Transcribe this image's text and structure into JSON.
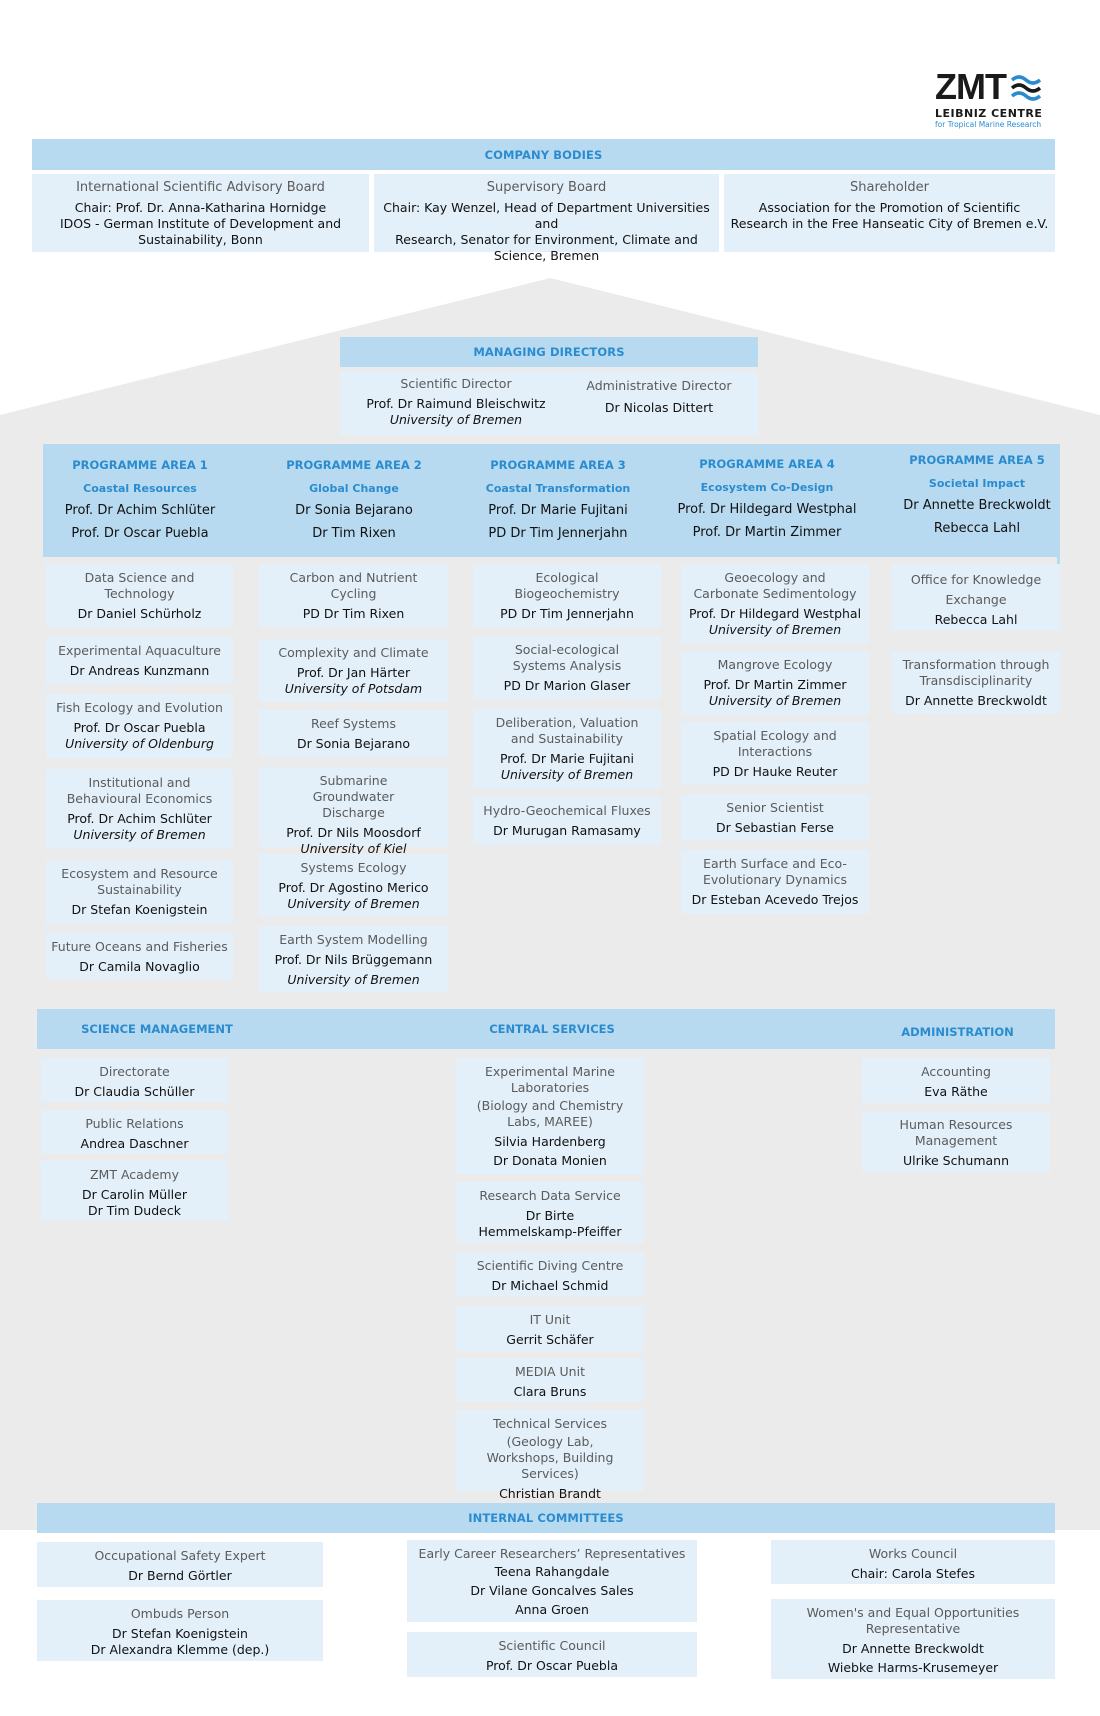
{
  "logo": {
    "mark": "ZMT",
    "line1": "LEIBNIZ CENTRE",
    "line2": "for Tropical Marine Research"
  },
  "company_bodies": {
    "header": "COMPANY BODIES",
    "boards": [
      {
        "title": "International Scientific Advisory Board",
        "lines": [
          "Chair: Prof. Dr. Anna-Katharina Hornidge",
          "IDOS - German Institute of Development and",
          "Sustainability, Bonn"
        ]
      },
      {
        "title": "Supervisory Board",
        "lines": [
          "Chair: Kay Wenzel, Head of Department Universities and",
          "Research, Senator for Environment, Climate and",
          "Science, Bremen"
        ]
      },
      {
        "title": "Shareholder",
        "lines": [
          "Association for the Promotion of Scientific",
          "Research in the Free Hanseatic City of Bremen e.V."
        ]
      }
    ]
  },
  "managing_directors": {
    "header": "MANAGING DIRECTORS",
    "scientific": {
      "title": "Scientific Director",
      "name": "Prof. Dr Raimund Bleischwitz",
      "affiliation": "University of Bremen"
    },
    "administrative": {
      "title": "Administrative Director",
      "name": "Dr Nicolas Dittert"
    }
  },
  "programme_areas": [
    {
      "label": "PROGRAMME AREA 1",
      "subtitle": "Coastal Resources",
      "leads": [
        "Prof. Dr Achim Schlüter",
        "Prof. Dr Oscar Puebla"
      ],
      "units": [
        {
          "title": "Data Science and Technology",
          "name": "Dr Daniel Schürholz"
        },
        {
          "title": "Experimental Aquaculture",
          "name": "Dr Andreas Kunzmann"
        },
        {
          "title": "Fish Ecology and Evolution",
          "name": "Prof. Dr Oscar Puebla",
          "affiliation": "University of Oldenburg"
        },
        {
          "title": "Institutional and Behavioural Economics",
          "name": "Prof. Dr Achim Schlüter",
          "affiliation": "University of Bremen"
        },
        {
          "title": "Ecosystem and Resource Sustainability",
          "name": "Dr Stefan Koenigstein"
        },
        {
          "title": "Future Oceans and Fisheries",
          "name": "Dr Camila Novaglio"
        }
      ]
    },
    {
      "label": "PROGRAMME AREA 2",
      "subtitle": "Global Change",
      "leads": [
        "Dr Sonia Bejarano",
        "Dr Tim Rixen"
      ],
      "units": [
        {
          "title": "Carbon and Nutrient Cycling",
          "name": "PD Dr Tim Rixen"
        },
        {
          "title": "Complexity and Climate",
          "name": "Prof. Dr Jan Härter",
          "affiliation": "University of Potsdam"
        },
        {
          "title": "Reef Systems",
          "name": "Dr Sonia Bejarano"
        },
        {
          "title": "Submarine Groundwater Discharge",
          "name": "Prof. Dr Nils Moosdorf",
          "affiliation": "University of Kiel"
        },
        {
          "title": "Systems Ecology",
          "name": "Prof. Dr Agostino Merico",
          "affiliation": "University of Bremen"
        },
        {
          "title": "Earth System Modelling",
          "name": "Prof. Dr Nils Brüggemann",
          "affiliation": "University of Bremen"
        }
      ]
    },
    {
      "label": "PROGRAMME AREA 3",
      "subtitle": "Coastal Transformation",
      "leads": [
        "Prof. Dr Marie Fujitani",
        "PD Dr Tim Jennerjahn"
      ],
      "units": [
        {
          "title": "Ecological Biogeochemistry",
          "name": "PD Dr Tim Jennerjahn"
        },
        {
          "title": "Social-ecological Systems Analysis",
          "name": "PD Dr Marion Glaser"
        },
        {
          "title": "Deliberation, Valuation and Sustainability",
          "name": "Prof. Dr Marie Fujitani",
          "affiliation": "University of Bremen"
        },
        {
          "title": "Hydro-Geochemical Fluxes",
          "name": "Dr Murugan Ramasamy"
        }
      ]
    },
    {
      "label": "PROGRAMME AREA 4",
      "subtitle": "Ecosystem Co-Design",
      "leads": [
        "Prof. Dr Hildegard Westphal",
        "Prof. Dr Martin Zimmer"
      ],
      "units": [
        {
          "title": "Geoecology and Carbonate Sedimentology",
          "name": "Prof. Dr Hildegard Westphal",
          "affiliation": "University of Bremen"
        },
        {
          "title": "Mangrove Ecology",
          "name": "Prof. Dr Martin Zimmer",
          "affiliation": "University of Bremen"
        },
        {
          "title": "Spatial Ecology and Interactions",
          "name": "PD Dr Hauke Reuter"
        },
        {
          "title": "Senior Scientist",
          "name": "Dr Sebastian Ferse"
        },
        {
          "title": "Earth Surface and Eco-Evolutionary Dynamics",
          "name": "Dr Esteban Acevedo Trejos"
        }
      ]
    },
    {
      "label": "PROGRAMME AREA 5",
      "subtitle": "Societal Impact",
      "leads": [
        "Dr Annette Breckwoldt",
        "Rebecca Lahl"
      ],
      "units": [
        {
          "title": "Office for Knowledge Exchange",
          "name": "Rebecca Lahl"
        },
        {
          "title": "Transformation through Transdisciplinarity",
          "name": "Dr Annette Breckwoldt"
        }
      ]
    }
  ],
  "science_management": {
    "header": "SCIENCE MANAGEMENT",
    "units": [
      {
        "title": "Directorate",
        "names": [
          "Dr Claudia Schüller"
        ]
      },
      {
        "title": "Public Relations",
        "names": [
          "Andrea Daschner"
        ]
      },
      {
        "title": "ZMT Academy",
        "names": [
          "Dr Carolin Müller",
          "Dr Tim Dudeck"
        ]
      }
    ]
  },
  "central_services": {
    "header": "CENTRAL SERVICES",
    "units": [
      {
        "title": "Experimental Marine Laboratories",
        "note": "(Biology and Chemistry Labs, MAREE)",
        "names": [
          "Silvia Hardenberg",
          "Dr Donata Monien"
        ]
      },
      {
        "title": "Research Data Service",
        "names": [
          "Dr Birte",
          "Hemmelskamp-Pfeiffer"
        ]
      },
      {
        "title": "Scientific Diving Centre",
        "names": [
          "Dr Michael Schmid"
        ]
      },
      {
        "title": "IT Unit",
        "names": [
          "Gerrit Schäfer"
        ]
      },
      {
        "title": "MEDIA Unit",
        "names": [
          "Clara Bruns"
        ]
      },
      {
        "title": "Technical Services",
        "note": "(Geology Lab, Workshops, Building Services)",
        "names": [
          "Christian Brandt"
        ]
      }
    ]
  },
  "administration": {
    "header": "ADMINISTRATION",
    "units": [
      {
        "title": "Accounting",
        "names": [
          "Eva Räthe"
        ]
      },
      {
        "title": "Human Resources Management",
        "names": [
          "Ulrike Schumann"
        ]
      }
    ]
  },
  "internal_committees": {
    "header": "INTERNAL COMMITTEES",
    "units": [
      {
        "title": "Occupational Safety Expert",
        "names": [
          "Dr Bernd Görtler"
        ]
      },
      {
        "title": "Ombuds Person",
        "names": [
          "Dr Stefan Koenigstein",
          "Dr Alexandra Klemme (dep.)"
        ]
      },
      {
        "title": "Early Career Researchers’ Representatives",
        "names": [
          "Teena Rahangdale",
          "Dr Vilane Goncalves Sales",
          "Anna Groen"
        ]
      },
      {
        "title": "Scientific Council",
        "names": [
          "Prof. Dr Oscar Puebla"
        ]
      },
      {
        "title": "Works Council",
        "names": [
          "Chair: Carola Stefes"
        ]
      },
      {
        "title": "Women's and Equal Opportunities Representative",
        "names": [
          "Dr Annette Breckwoldt",
          "Wiebke Harms-Krusemeyer"
        ]
      }
    ]
  },
  "colors": {
    "bar": "#b8daf1",
    "box": "#e3f0fa",
    "accent": "#2a8ccf",
    "house": "#ebebeb"
  }
}
